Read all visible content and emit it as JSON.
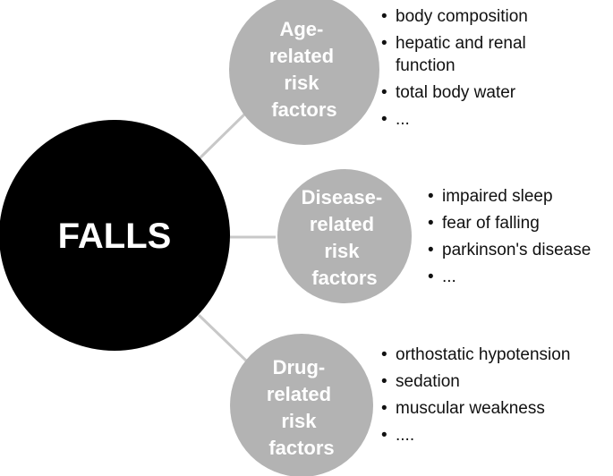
{
  "center": {
    "label": "FALLS"
  },
  "categories": [
    {
      "id": "age",
      "title_lines": [
        "Age-",
        "related",
        "risk",
        "factors"
      ],
      "items": [
        "body composition",
        "hepatic and renal function",
        "total body water",
        "..."
      ]
    },
    {
      "id": "disease",
      "title_lines": [
        "Disease-",
        "related",
        "risk",
        "factors"
      ],
      "items": [
        "impaired sleep",
        "fear of falling",
        "parkinson's disease",
        "..."
      ]
    },
    {
      "id": "drug",
      "title_lines": [
        "Drug-",
        "related",
        "risk",
        "factors"
      ],
      "items": [
        "orthostatic hypotension",
        "sedation",
        "muscular weakness",
        "...."
      ]
    }
  ],
  "colors": {
    "center_fill": "#000000",
    "category_fill": "#b3b3b3",
    "connector": "#c8c8c8",
    "label_text": "#ffffff",
    "bullet_text": "#111111"
  }
}
